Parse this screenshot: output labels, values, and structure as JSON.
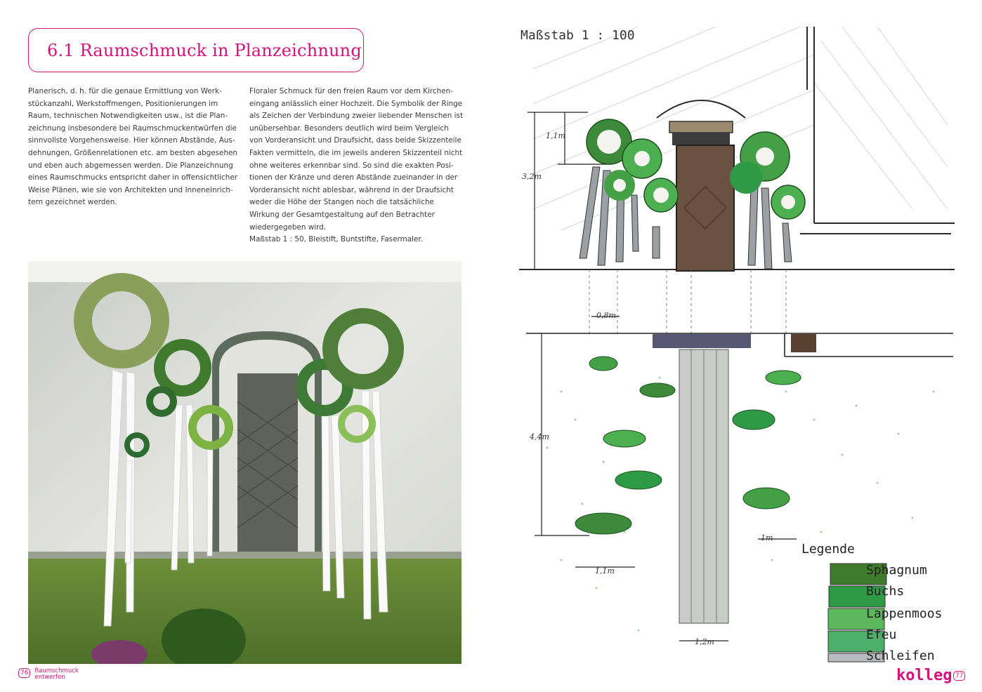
{
  "left_page": {
    "title": "6.1 Raumschmuck in Planzeichnung",
    "column1": "Planerisch, d. h. für die genaue Ermittlung von Werk­stückanzahl, Werkstoffmengen, Positionierungen im Raum, technischen Notwendigkeiten usw., ist die Plan­zeichnung insbesondere bei Raumschmuckentwürfen die sinnvollste Vorgehensweise. Hier können Abstände, Aus­dehnungen, Größenrelationen etc. am besten abgesehen und eben auch abgemessen werden. Die Planzeichnung eines Raumschmucks entspricht daher in offensichtlicher Weise Plänen, wie sie von Architekten und Inneneinrich­tern gezeichnet werden.",
    "column2": "Floraler Schmuck für den freien Raum vor dem Kirchen­eingang anlässlich einer Hochzeit. Die Symbolik der Ringe als Zeichen der Verbindung zweier liebender Menschen ist unübersehbar. Besonders deutlich wird beim Vergleich von Vorderansicht und Draufsicht, dass beide Skizzenteile Fakten vermitteln, die im jeweils anderen Skizzenteil nicht ohne weiteres erkennbar sind. So sind die exakten Posi­tionen der Kränze und deren Abstände zueinander in der Vorderansicht nicht ablesbar, während in der Draufsicht weder die Höhe der Stangen noch die tatsächliche Wirkung der Gesamtgestaltung auf den Betrachter wiedergegeben wird.",
    "caption": "Maßstab 1 : 50, Bleistift, Buntstifte, Fasermaler.",
    "page_number": "76",
    "section_label": [
      "Raumschmuck",
      "entwerfen"
    ]
  },
  "right_page": {
    "scale_label": "Maßstab 1 : 100",
    "dimensions": {
      "wreath_height": "1,1m",
      "pole_height": "3,2m",
      "wreath_width": "0,8m",
      "depth": "4,4m",
      "spacing_right": "1m",
      "spacing_left": "1,1m",
      "path_width": "1,2m"
    },
    "legend_title": "Legende",
    "legend": [
      {
        "label": "Sphagnum",
        "color": "#3d7a2a"
      },
      {
        "label": "Buchs",
        "color": "#2e9a45"
      },
      {
        "label": "Lappenmoos",
        "color": "#5cb85c"
      },
      {
        "label": "Efeu",
        "color": "#4caf6a"
      },
      {
        "label": "Schleifen",
        "color": "#b8bcc0"
      }
    ],
    "brand": "kolleg",
    "page_number": "77"
  },
  "accent_color": "#d4127b"
}
